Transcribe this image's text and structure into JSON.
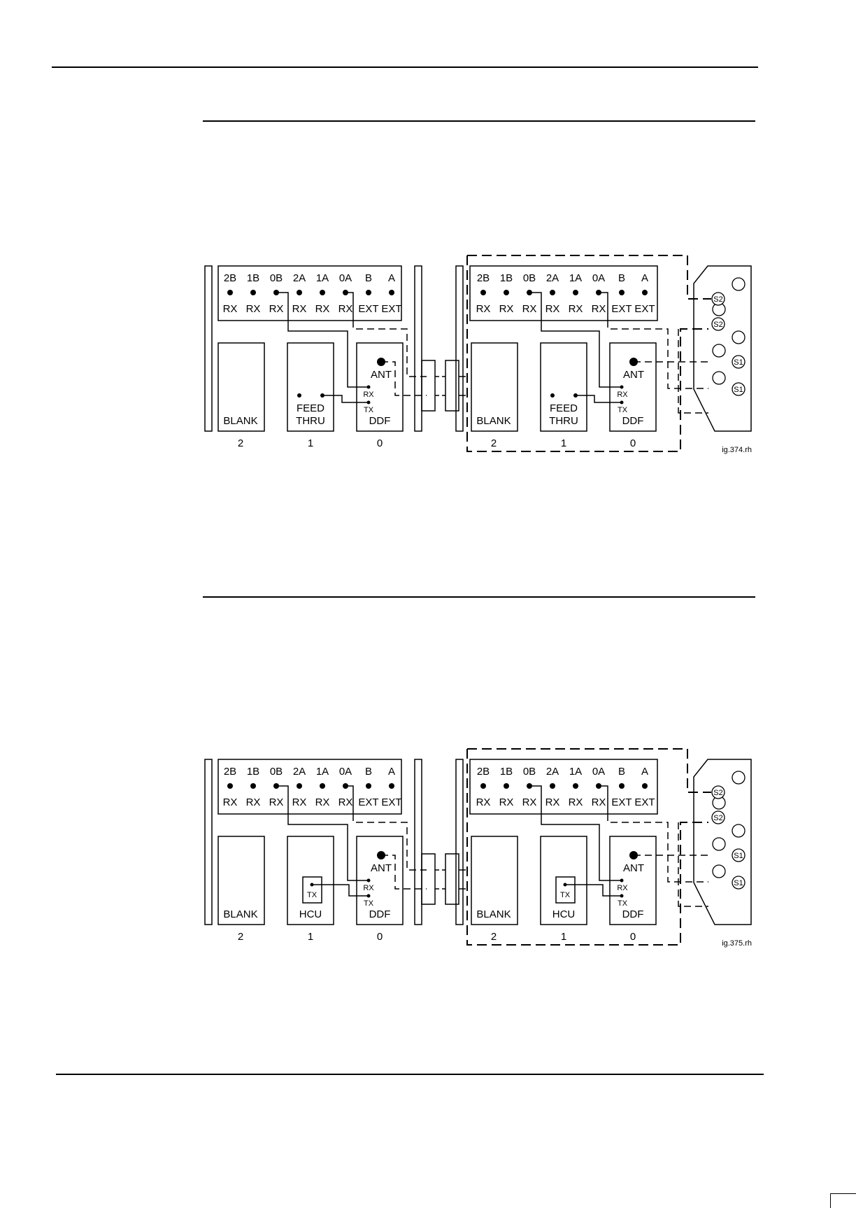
{
  "page": {
    "rules": [
      "top-rule",
      "section-rule-1",
      "section-rule-2",
      "bottom-rule"
    ]
  },
  "figures": [
    {
      "id": "fig-a",
      "figure_ref": "ig.374.rh",
      "cabinets": [
        {
          "ports": [
            {
              "label": "2B",
              "sub": "RX"
            },
            {
              "label": "1B",
              "sub": "RX"
            },
            {
              "label": "0B",
              "sub": "RX"
            },
            {
              "label": "2A",
              "sub": "RX"
            },
            {
              "label": "1A",
              "sub": "RX"
            },
            {
              "label": "0A",
              "sub": "RX"
            },
            {
              "label": "B",
              "sub": "EXT"
            },
            {
              "label": "A",
              "sub": "EXT"
            }
          ],
          "slots": [
            {
              "name": "BLANK",
              "number": "2"
            },
            {
              "name1": "FEED",
              "name2": "THRU",
              "number": "1"
            },
            {
              "name": "DDF",
              "ant": "ANT",
              "rx": "RX",
              "tx": "TX",
              "number": "0"
            }
          ]
        },
        {
          "ports": [
            {
              "label": "2B",
              "sub": "RX"
            },
            {
              "label": "1B",
              "sub": "RX"
            },
            {
              "label": "0B",
              "sub": "RX"
            },
            {
              "label": "2A",
              "sub": "RX"
            },
            {
              "label": "1A",
              "sub": "RX"
            },
            {
              "label": "0A",
              "sub": "RX"
            },
            {
              "label": "B",
              "sub": "EXT"
            },
            {
              "label": "A",
              "sub": "EXT"
            }
          ],
          "slots": [
            {
              "name": "BLANK",
              "number": "2"
            },
            {
              "name1": "FEED",
              "name2": "THRU",
              "number": "1"
            },
            {
              "name": "DDF",
              "ant": "ANT",
              "rx": "RX",
              "tx": "TX",
              "number": "0"
            }
          ]
        }
      ],
      "connectors": [
        "S2",
        "S2",
        "S1",
        "S1"
      ]
    },
    {
      "id": "fig-b",
      "figure_ref": "ig.375.rh",
      "cabinets": [
        {
          "ports": [
            {
              "label": "2B",
              "sub": "RX"
            },
            {
              "label": "1B",
              "sub": "RX"
            },
            {
              "label": "0B",
              "sub": "RX"
            },
            {
              "label": "2A",
              "sub": "RX"
            },
            {
              "label": "1A",
              "sub": "RX"
            },
            {
              "label": "0A",
              "sub": "RX"
            },
            {
              "label": "B",
              "sub": "EXT"
            },
            {
              "label": "A",
              "sub": "EXT"
            }
          ],
          "slots": [
            {
              "name": "BLANK",
              "number": "2"
            },
            {
              "name": "HCU",
              "inner": "TX",
              "number": "1"
            },
            {
              "name": "DDF",
              "ant": "ANT",
              "rx": "RX",
              "tx": "TX",
              "number": "0"
            }
          ]
        },
        {
          "ports": [
            {
              "label": "2B",
              "sub": "RX"
            },
            {
              "label": "1B",
              "sub": "RX"
            },
            {
              "label": "0B",
              "sub": "RX"
            },
            {
              "label": "2A",
              "sub": "RX"
            },
            {
              "label": "1A",
              "sub": "RX"
            },
            {
              "label": "0A",
              "sub": "RX"
            },
            {
              "label": "B",
              "sub": "EXT"
            },
            {
              "label": "A",
              "sub": "EXT"
            }
          ],
          "slots": [
            {
              "name": "BLANK",
              "number": "2"
            },
            {
              "name": "HCU",
              "inner": "TX",
              "number": "1"
            },
            {
              "name": "DDF",
              "ant": "ANT",
              "rx": "RX",
              "tx": "TX",
              "number": "0"
            }
          ]
        }
      ],
      "connectors": [
        "S2",
        "S2",
        "S1",
        "S1"
      ]
    }
  ]
}
